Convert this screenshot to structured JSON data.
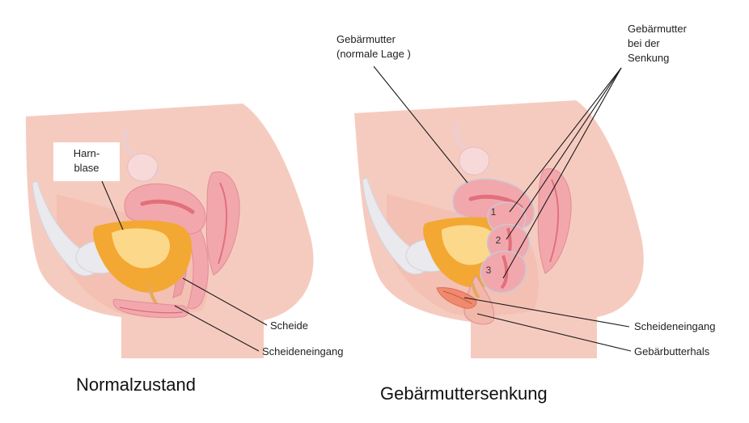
{
  "left_panel": {
    "caption": "Normalzustand",
    "labels": {
      "bladder_line1": "Harn-",
      "bladder_line2": "blase",
      "vagina": "Scheide",
      "vaginal_opening": "Scheideneingang"
    }
  },
  "right_panel": {
    "caption": "Gebärmuttersenkung",
    "labels": {
      "uterus_normal_line1": "Gebärmutter",
      "uterus_normal_line2": "(normale Lage )",
      "uterus_prolapse_line1": "Gebärmutter",
      "uterus_prolapse_line2": "bei der",
      "uterus_prolapse_line3": "Senkung",
      "vaginal_opening": "Scheideneingang",
      "cervix": "Gebärbutterhals"
    },
    "stage_numbers": [
      "1",
      "2",
      "3"
    ]
  },
  "colors": {
    "skin": "#f6cbbf",
    "skin_dark": "#eeb3a5",
    "bladder": "#f3a833",
    "bladder_inner": "#fcd98a",
    "uterus": "#f2a7ad",
    "uterus_cavity": "#e2707a",
    "bone": "#e9e9ee",
    "prolapse_outline": "#c9c9d6"
  }
}
